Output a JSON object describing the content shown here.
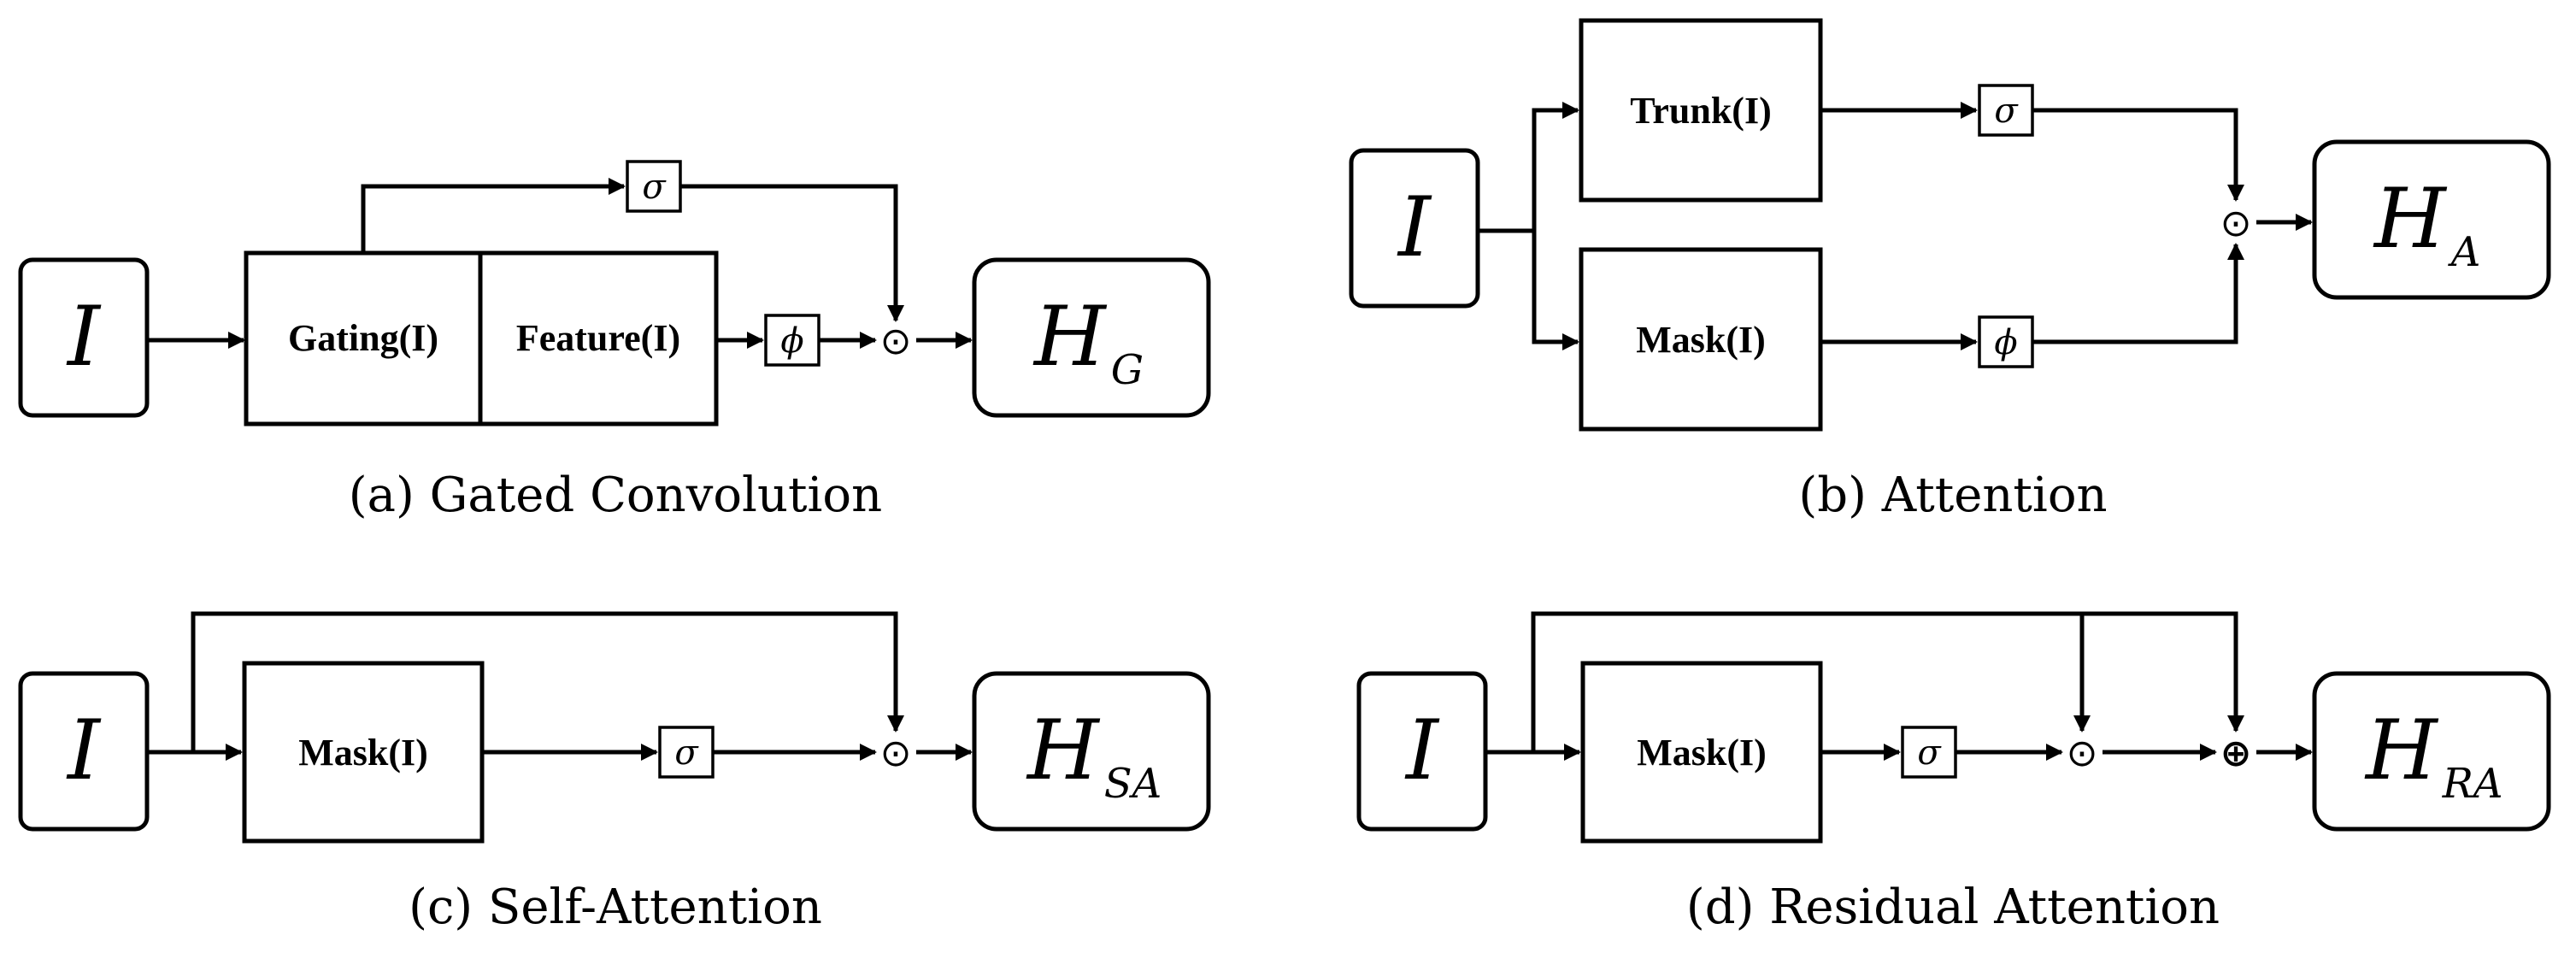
{
  "panels": {
    "a": {
      "caption": "(a) Gated Convolution",
      "input": "I",
      "block_left": "Gating(I)",
      "block_right": "Feature(I)",
      "sigma": "σ",
      "phi": "ϕ",
      "combine": "⊙",
      "output_main": "H",
      "output_sub": "G"
    },
    "b": {
      "caption": "(b) Attention",
      "input": "I",
      "trunk": "Trunk(I)",
      "mask": "Mask(I)",
      "sigma": "σ",
      "phi": "ϕ",
      "combine": "⊙",
      "output_main": "H",
      "output_sub": "A"
    },
    "c": {
      "caption": "(c) Self-Attention",
      "input": "I",
      "mask": "Mask(I)",
      "sigma": "σ",
      "combine": "⊙",
      "output_main": "H",
      "output_sub": "SA"
    },
    "d": {
      "caption": "(d) Residual Attention",
      "input": "I",
      "mask": "Mask(I)",
      "sigma": "σ",
      "combine": "⊙",
      "add": "⊕",
      "output_main": "H",
      "output_sub": "RA"
    }
  }
}
